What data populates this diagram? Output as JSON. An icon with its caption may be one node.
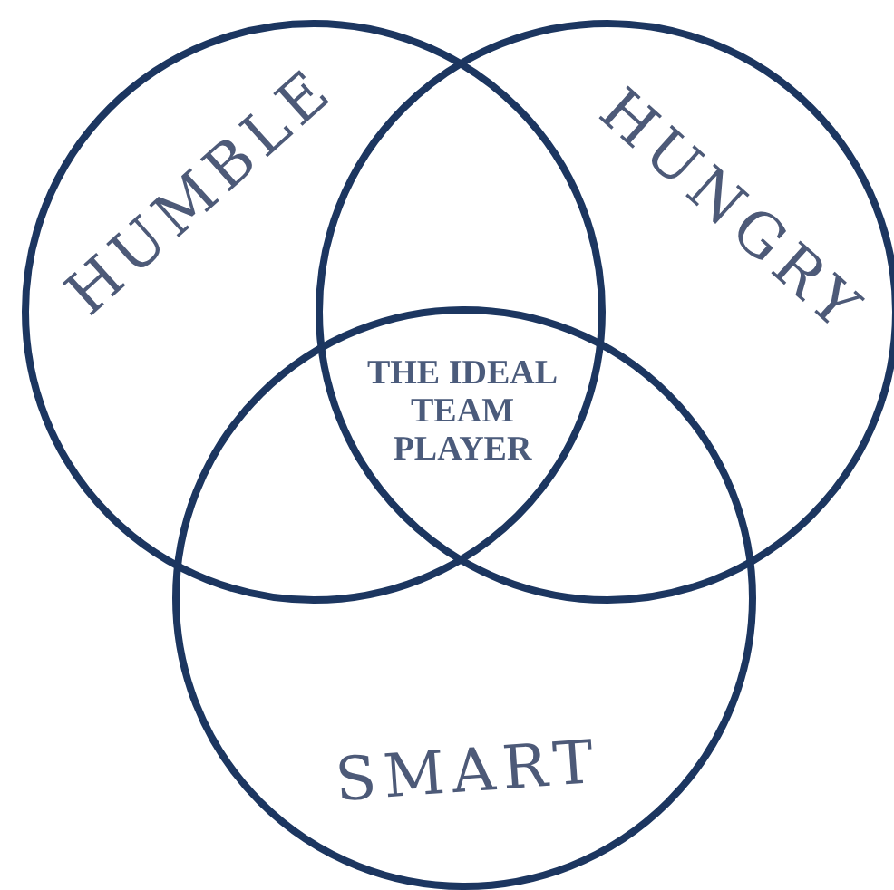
{
  "diagram": {
    "nodes": [
      {
        "text": [
          "HUMBLE"
        ]
      },
      {
        "text": [
          "HUNGRY"
        ]
      },
      {
        "text": [
          "SMART"
        ]
      }
    ],
    "labels": [
      "THE IDEAL TEAM PLAYER"
    ]
  }
}
